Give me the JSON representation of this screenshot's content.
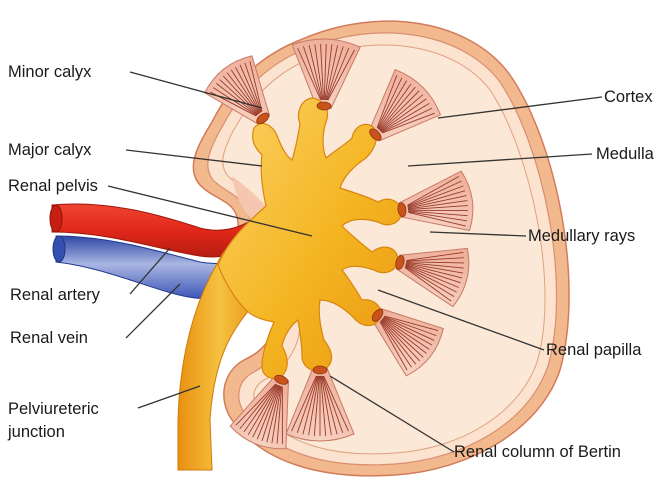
{
  "colors": {
    "capsule_outer": "#f2b98f",
    "capsule_band": "#fbe3cf",
    "cortex": "#fbe8d6",
    "pyramid": "#f3c2b0",
    "pyramid_stripe": "#9a3a2a",
    "pelvis": "#f4b522",
    "pelvis_light": "#fbd266",
    "pelvis_edge": "#d98510",
    "artery": "#e3291b",
    "vein": "#3e57b6",
    "vein_light": "#a9b6e3",
    "line": "#333333"
  },
  "labels": {
    "minor_calyx": "Minor calyx",
    "major_calyx": "Major calyx",
    "renal_pelvis": "Renal pelvis",
    "renal_artery": "Renal artery",
    "renal_vein": "Renal vein",
    "pelviureteric_line1": "Pelviureteric",
    "pelviureteric_line2": "junction",
    "cortex": "Cortex",
    "medulla": "Medulla",
    "medullary_rays": "Medullary rays",
    "renal_papilla": "Renal papilla",
    "renal_column": "Renal column of Bertin"
  }
}
